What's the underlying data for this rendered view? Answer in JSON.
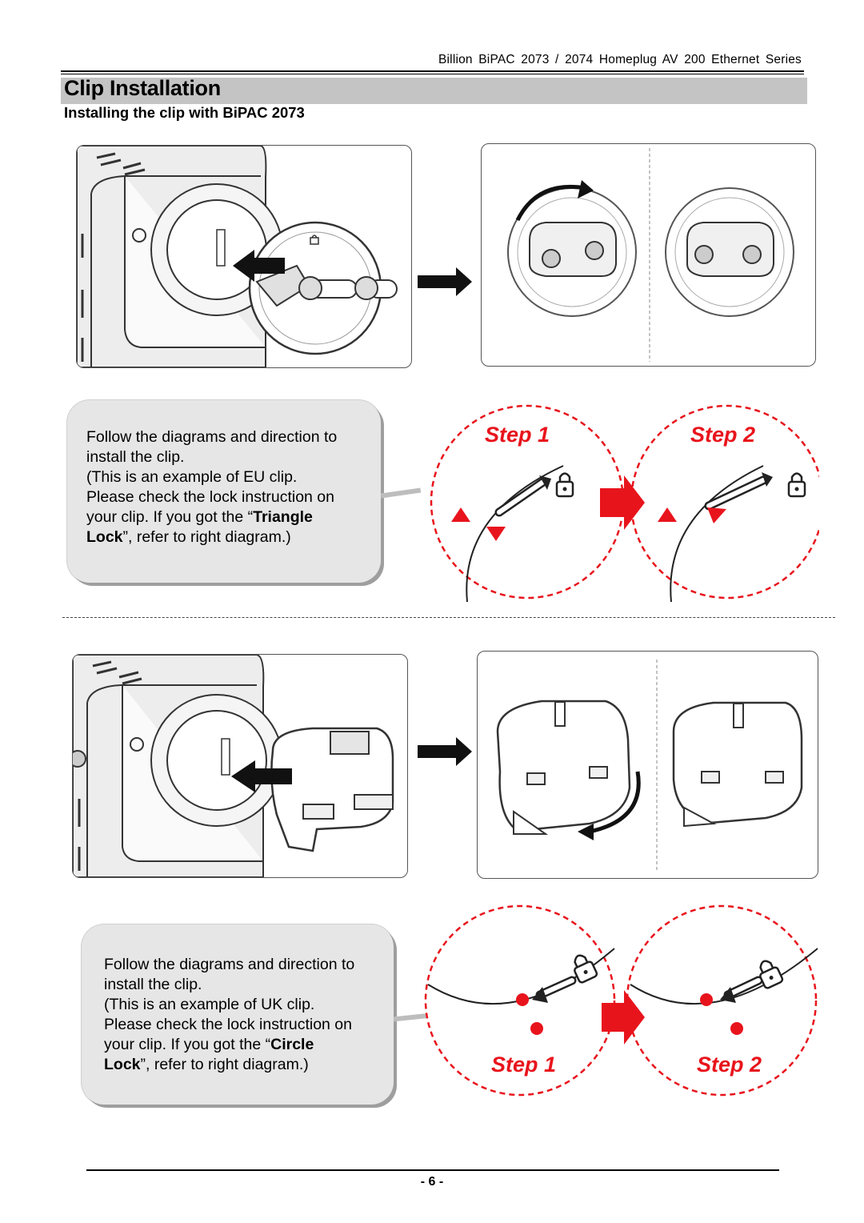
{
  "header": {
    "series": "Billion  BiPAC  2073  /  2074  Homeplug  AV  200  Ethernet  Series"
  },
  "section": {
    "title": "Clip Installation",
    "subtitle": "Installing the clip with BiPAC 2073"
  },
  "eu": {
    "note_line1": "Follow the diagrams and direction to",
    "note_line2": "install the clip.",
    "note_line3": "(This is an example of EU clip.",
    "note_line4": "Please check the lock instruction on",
    "note_line5_pre": "your clip. If you got the “",
    "note_bold1": "Triangle",
    "note_bold2": "Lock",
    "note_line6_post": "”, refer to right diagram.)",
    "step1": "Step 1",
    "step2": "Step 2"
  },
  "uk": {
    "note_line1": "Follow the diagrams and direction to",
    "note_line2": "install the clip.",
    "note_line3": "(This is an example of UK clip.",
    "note_line4": "Please check the lock instruction on",
    "note_line5_pre": "your clip. If you got the “",
    "note_bold1": "Circle",
    "note_bold2": "Lock",
    "note_line6_post": "”, refer to right diagram.)",
    "step1": "Step 1",
    "step2": "Step 2"
  },
  "footer": {
    "page": "- 6 -"
  },
  "colors": {
    "accent_red": "#e8141c",
    "title_bar": "#c4c4c4",
    "note_bg": "#e6e6e6"
  },
  "icons": [
    "lock-icon",
    "right-arrow-icon",
    "rotation-arrow-icon"
  ]
}
